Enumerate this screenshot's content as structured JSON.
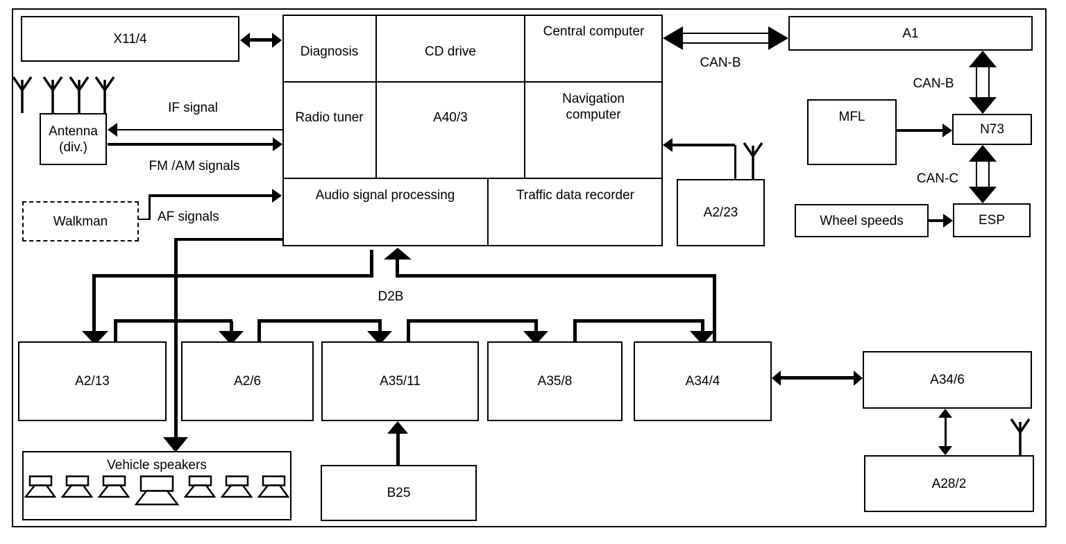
{
  "boxes": {
    "x11_4": {
      "label": "X11/4"
    },
    "antenna": {
      "line1": "Antenna",
      "line2": "(div.)"
    },
    "walkman": {
      "label": "Walkman"
    },
    "a1": {
      "label": "A1"
    },
    "mfl": {
      "label": "MFL"
    },
    "n73": {
      "label": "N73"
    },
    "wheel_speeds": {
      "label": "Wheel speeds"
    },
    "esp": {
      "label": "ESP"
    },
    "a2_23": {
      "label": "A2/23"
    },
    "a2_13": {
      "label": "A2/13"
    },
    "a2_6": {
      "label": "A2/6"
    },
    "a35_11": {
      "label": "A35/11"
    },
    "a35_8": {
      "label": "A35/8"
    },
    "a34_4": {
      "label": "A34/4"
    },
    "a34_6": {
      "label": "A34/6"
    },
    "a28_2": {
      "label": "A28/2"
    },
    "b25": {
      "label": "B25"
    },
    "vehicle_speakers": {
      "label": "Vehicle speakers"
    }
  },
  "head_unit": {
    "diagnosis": "Diagnosis",
    "cd_drive": "CD drive",
    "central_computer": "Central computer",
    "radio_tuner": "Radio tuner",
    "unit_id": "A40/3",
    "navigation_computer": "Navigation computer",
    "audio_signal_processing": "Audio signal processing",
    "traffic_data_recorder": "Traffic data recorder"
  },
  "signal_labels": {
    "if_signal": "IF signal",
    "fm_am_signals": "FM /AM signals",
    "af_signals": "AF signals",
    "can_b_horizontal": "CAN-B",
    "can_b_vertical": "CAN-B",
    "can_c": "CAN-C",
    "d2b": "D2B"
  },
  "colors": {
    "line": "#000000",
    "background": "#ffffff"
  }
}
